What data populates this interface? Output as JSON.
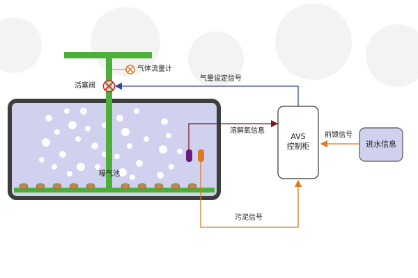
{
  "labels": {
    "flowmeter": "气体流量计",
    "valve": "活塞阀",
    "gas_setpoint": "气量设定信号",
    "dissolved_oxygen": "溶解氧信息",
    "feedforward": "前馈信号",
    "sludge": "污泥信号",
    "tank": "曝气池"
  },
  "avs_box": {
    "line1": "AVS",
    "line2": "控制柜"
  },
  "inflow_box": {
    "label": "进水信息"
  },
  "colors": {
    "pipe_green": "#4caf3a",
    "tank_border": "#3d3d3d",
    "tank_fill": "#cfd1ee",
    "gas_signal_blue": "#2e4a9b",
    "do_signal_dark_red": "#7a1a1a",
    "sludge_orange": "#e07820",
    "valve_red": "#d62c2c",
    "probe_purple": "#6a1a7a",
    "probe_orange": "#e07820"
  }
}
